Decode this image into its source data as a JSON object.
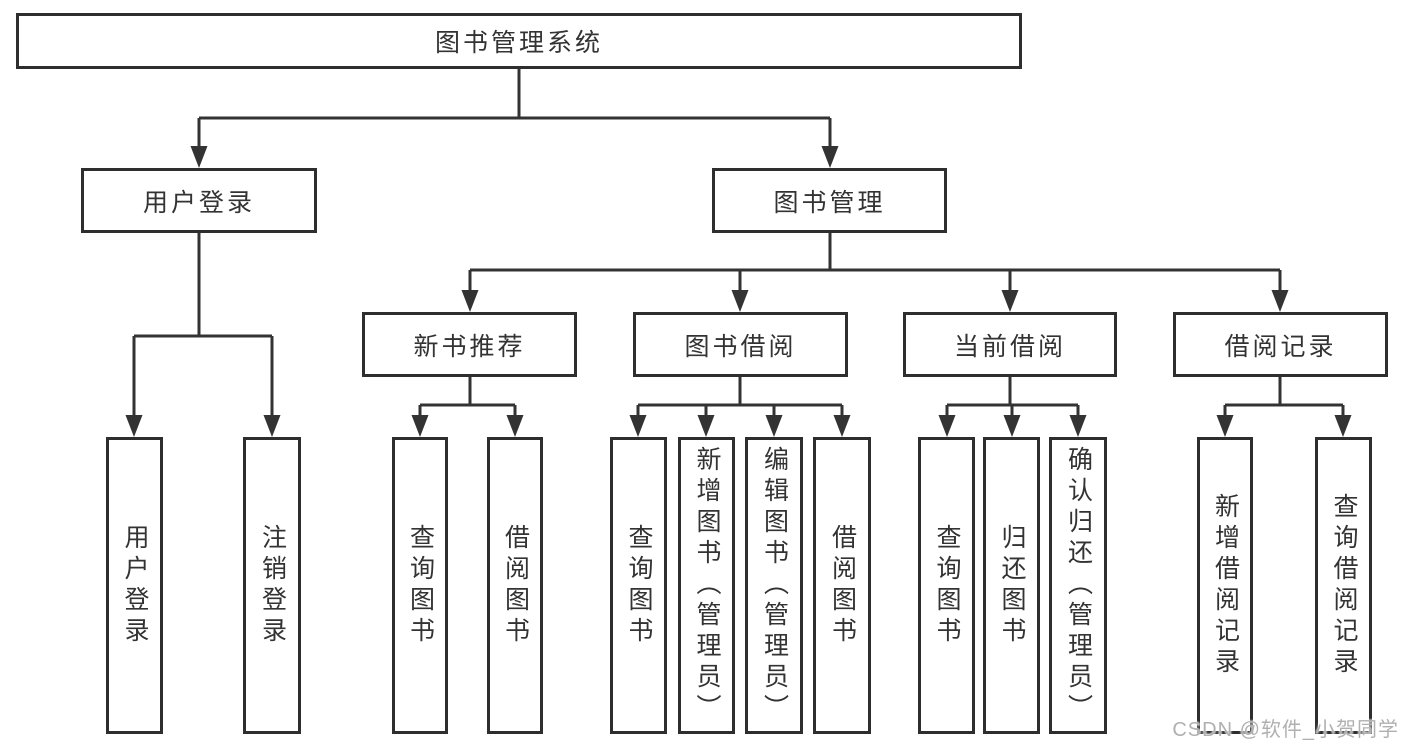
{
  "diagram_title": "图书管理系统",
  "nodes": {
    "root": "图书管理系统",
    "user_login": "用户登录",
    "book_mgmt": "图书管理",
    "new_book_rec": "新书推荐",
    "book_borrow": "图书借阅",
    "current_borrow": "当前借阅",
    "borrow_records": "借阅记录",
    "ul_login": "用户登录",
    "ul_logout": "注销登录",
    "nr_query": "查询图书",
    "nr_borrow": "借阅图书",
    "bb_query": "查询图书",
    "bb_add": "新增图书（管理员）",
    "bb_edit": "编辑图书（管理员）",
    "bb_borrow": "借阅图书",
    "cb_query": "查询图书",
    "cb_return": "归还图书",
    "cb_confirm": "确认归还（管理员）",
    "br_add": "新增借阅记录",
    "br_query": "查询借阅记录"
  },
  "hierarchy": {
    "图书管理系统": {
      "用户登录": [
        "用户登录",
        "注销登录"
      ],
      "图书管理": {
        "新书推荐": [
          "查询图书",
          "借阅图书"
        ],
        "图书借阅": [
          "查询图书",
          "新增图书（管理员）",
          "编辑图书（管理员）",
          "借阅图书"
        ],
        "当前借阅": [
          "查询图书",
          "归还图书",
          "确认归还（管理员）"
        ],
        "借阅记录": [
          "新增借阅记录",
          "查询借阅记录"
        ]
      }
    }
  },
  "watermark": "CSDN @软件_小贺同学",
  "colors": {
    "line": "#333333",
    "box_border": "#2e2e2e",
    "text": "#333333",
    "watermark": "#b0b0b0",
    "background": "#ffffff"
  }
}
